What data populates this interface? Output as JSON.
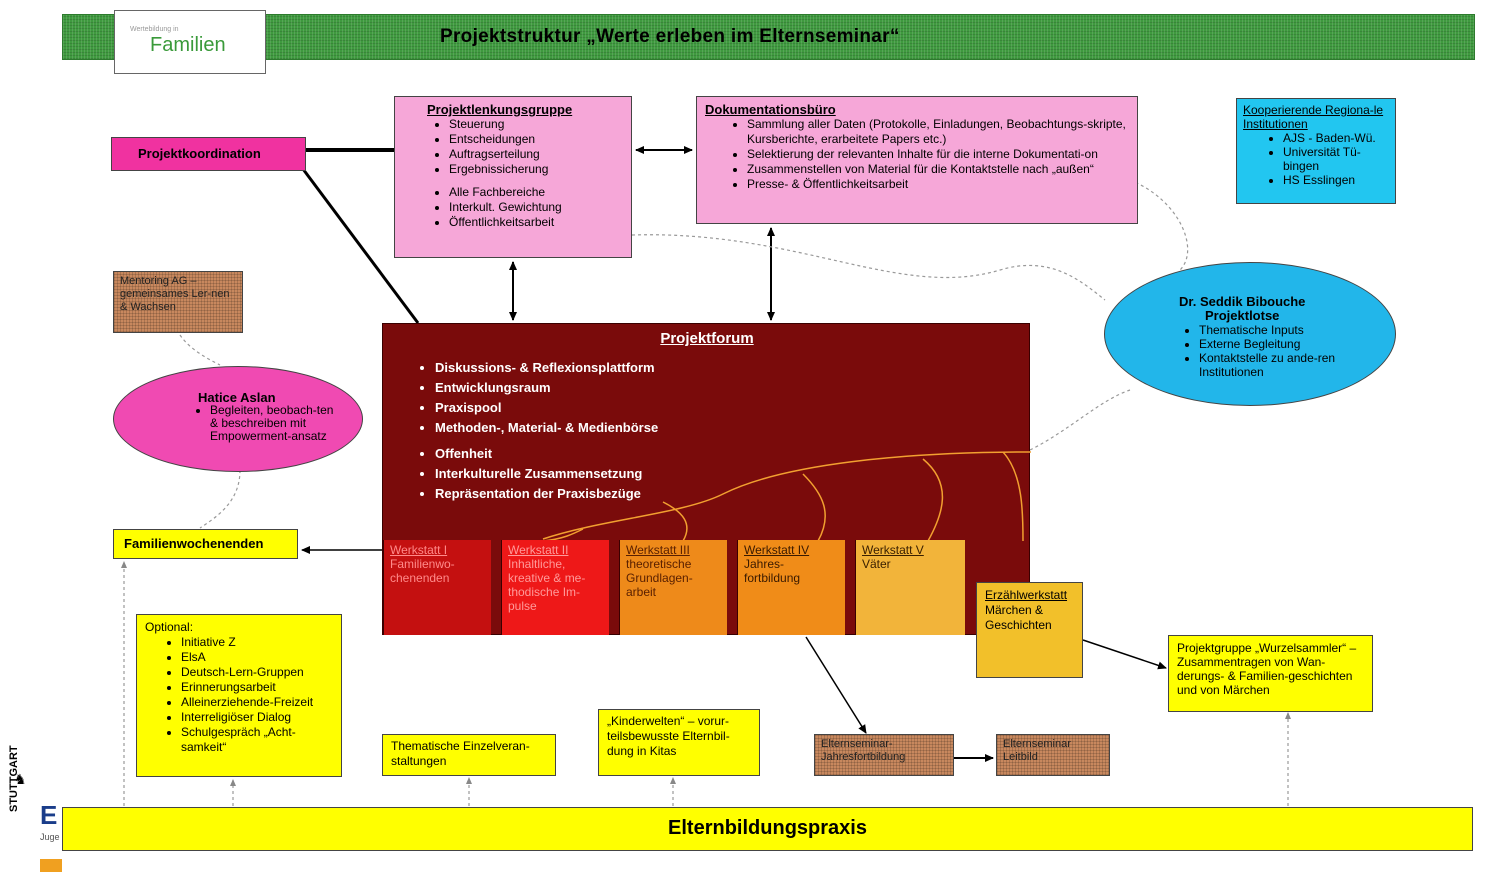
{
  "header": {
    "title": "Projektstruktur „Werte erleben im Elternseminar“",
    "logo_small": "Wertebildung in",
    "logo_big": "Familien"
  },
  "projektkoordination": "Projektkoordination",
  "lenkung": {
    "title": "Projektlenkungsgruppe",
    "items": [
      "Steuerung",
      "Entscheidungen",
      "Auftragserteilung",
      "Ergebnissicherung",
      "Alle Fachbereiche",
      "Interkult. Gewichtung",
      "Öffentlichkeitsarbeit"
    ]
  },
  "doku": {
    "title": "Dokumentationsbüro",
    "items": [
      "Sammlung aller Daten (Protokolle, Einladungen, Beobachtungs-skripte, Kursberichte, erarbeitete Papers etc.)",
      "Selektierung der relevanten Inhalte für die interne Dokumentati-on",
      "Zusammenstellen von Material für die Kontaktstelle nach „außen“",
      "Presse- & Öffentlichkeitsarbeit"
    ]
  },
  "kooperierende": {
    "title": "Kooperierende Regiona-le Institutionen",
    "items": [
      "AJS - Baden-Wü.",
      "Universität Tü-bingen",
      "HS Esslingen"
    ]
  },
  "mentoring": "Mentoring AG – gemeinsames Ler-nen & Wachsen",
  "hatice": {
    "name": "Hatice Aslan",
    "items": [
      "Begleiten, beobach-ten & beschreiben mit Empowerment-ansatz"
    ]
  },
  "seddik": {
    "name": "Dr. Seddik Bibouche",
    "role": "Projektlotse",
    "items": [
      "Thematische Inputs",
      "Externe Begleitung",
      "Kontaktstelle zu ande-ren Institutionen"
    ]
  },
  "forum": {
    "title": "Projektforum",
    "items": [
      "Diskussions- & Reflexionsplattform",
      "Entwicklungsraum",
      "Praxispool",
      "Methoden-, Material- & Medienbörse",
      "Offenheit",
      "Interkulturelle Zusammensetzung",
      "Repräsentation der Praxisbezüge"
    ],
    "colors": [
      "#7a0b0b",
      "#cc1010",
      "#ee1818",
      "#ee8a1a",
      "#f08c18",
      "#f2b43a"
    ]
  },
  "werkstaetten": [
    {
      "title": "Werkstatt I",
      "text": "Familienwo-chenenden"
    },
    {
      "title": "Werkstatt II",
      "text": "Inhaltliche, kreative & me-thodische Im-pulse"
    },
    {
      "title": "Werkstatt III",
      "text": "theoretische Grundlagen-arbeit"
    },
    {
      "title": "Werkstatt IV",
      "text": "Jahres-fortbildung"
    },
    {
      "title": "Werkstatt V",
      "text": "Väter"
    }
  ],
  "erzaehl": {
    "title": "Erzählwerkstatt",
    "text": "Märchen & Geschichten"
  },
  "familienwochenenden": "Familienwochenenden",
  "optional": {
    "title": "Optional:",
    "items": [
      "Initiative Z",
      "ElsA",
      "Deutsch-Lern-Gruppen",
      "Erinnerungsarbeit",
      "Alleinerziehende-Freizeit",
      "Interreligiöser Dialog",
      "Schulgespräch „Acht-samkeit“"
    ]
  },
  "thematische": "Thematische Einzelveran-staltungen",
  "kinderwelten": "„Kinderwelten“ – vorur-teilsbewusste Elternbil-dung in Kitas",
  "elternseminar_jahr": "Elternseminar-Jahresfortbildung",
  "elternseminar_leitbild": "Elternseminar Leitbild",
  "wurzelsammler": "Projektgruppe „Wurzelsammler“ – Zusammentragen von Wan-derungs- & Familien-geschichten und von Märchen",
  "praxis": "Elternbildungspraxis",
  "footer": {
    "stuttgart": "STUTTGART",
    "e_letter": "E",
    "juge": "Juge"
  }
}
